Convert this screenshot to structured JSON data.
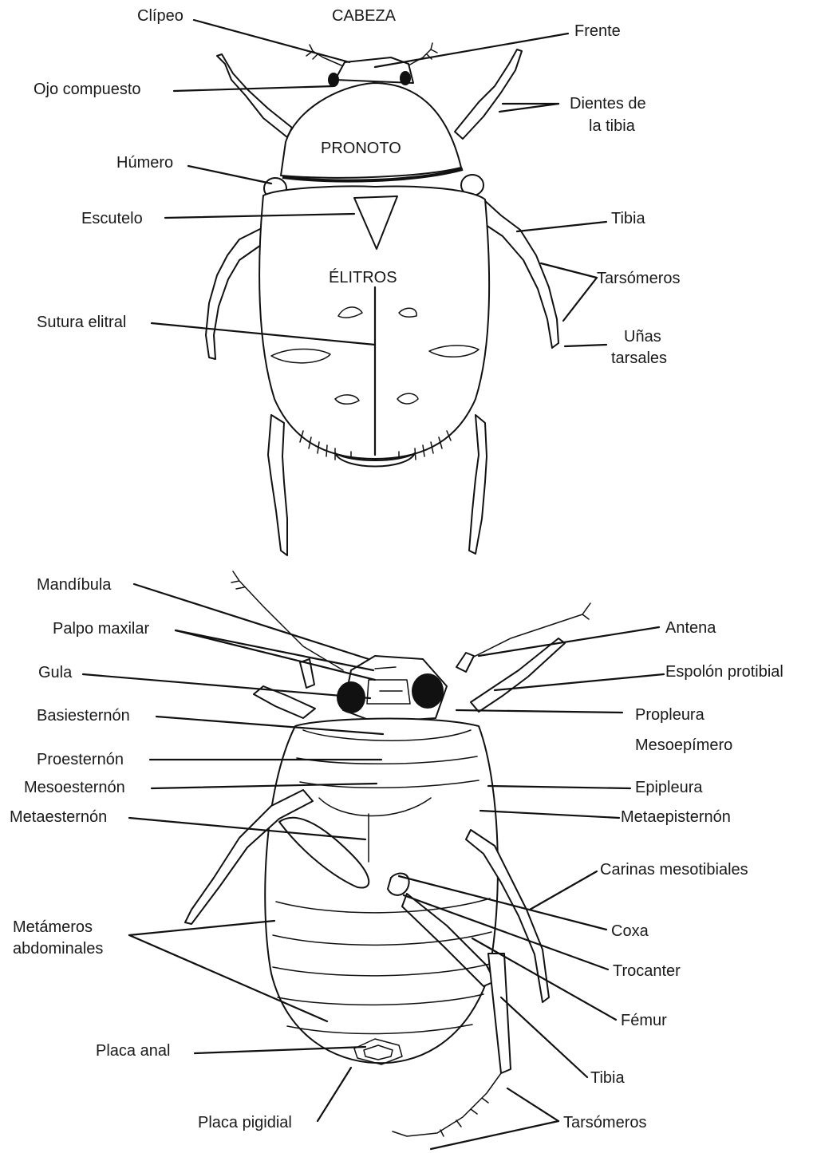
{
  "dorsal": {
    "head_title": "CABEZA",
    "pronotum_label": "PRONOTO",
    "elytra_label": "ÉLITROS",
    "labels": {
      "clipeo": "Clípeo",
      "frente": "Frente",
      "ojo_compuesto": "Ojo compuesto",
      "dientes_tibia_1": "Dientes de",
      "dientes_tibia_2": "la tibia",
      "humero": "Húmero",
      "escutelo": "Escutelo",
      "tibia": "Tibia",
      "tarsomeros": "Tarsómeros",
      "sutura_elitral": "Sutura elitral",
      "unas_1": "Uñas",
      "unas_2": "tarsales"
    }
  },
  "ventral": {
    "labels": {
      "mandibula": "Mandíbula",
      "palpo_maxilar": "Palpo maxilar",
      "antena": "Antena",
      "gula": "Gula",
      "espolon_protibial": "Espolón protibial",
      "basiesternon": "Basiesternón",
      "propleura": "Propleura",
      "mesoepimero": "Mesoepímero",
      "proesternon": "Proesternón",
      "mesoesternon": "Mesoesternón",
      "epipleura": "Epipleura",
      "metaesternon": "Metaesternón",
      "metaepisternon": "Metaepisternón",
      "carinas_mesotibiales": "Carinas mesotibiales",
      "metameros_1": "Metámeros",
      "metameros_2": "abdominales",
      "coxa": "Coxa",
      "trocanter": "Trocanter",
      "femur": "Fémur",
      "placa_anal": "Placa anal",
      "tibia": "Tibia",
      "placa_pigidial": "Placa pigidial",
      "tarsomeros": "Tarsómeros"
    }
  }
}
